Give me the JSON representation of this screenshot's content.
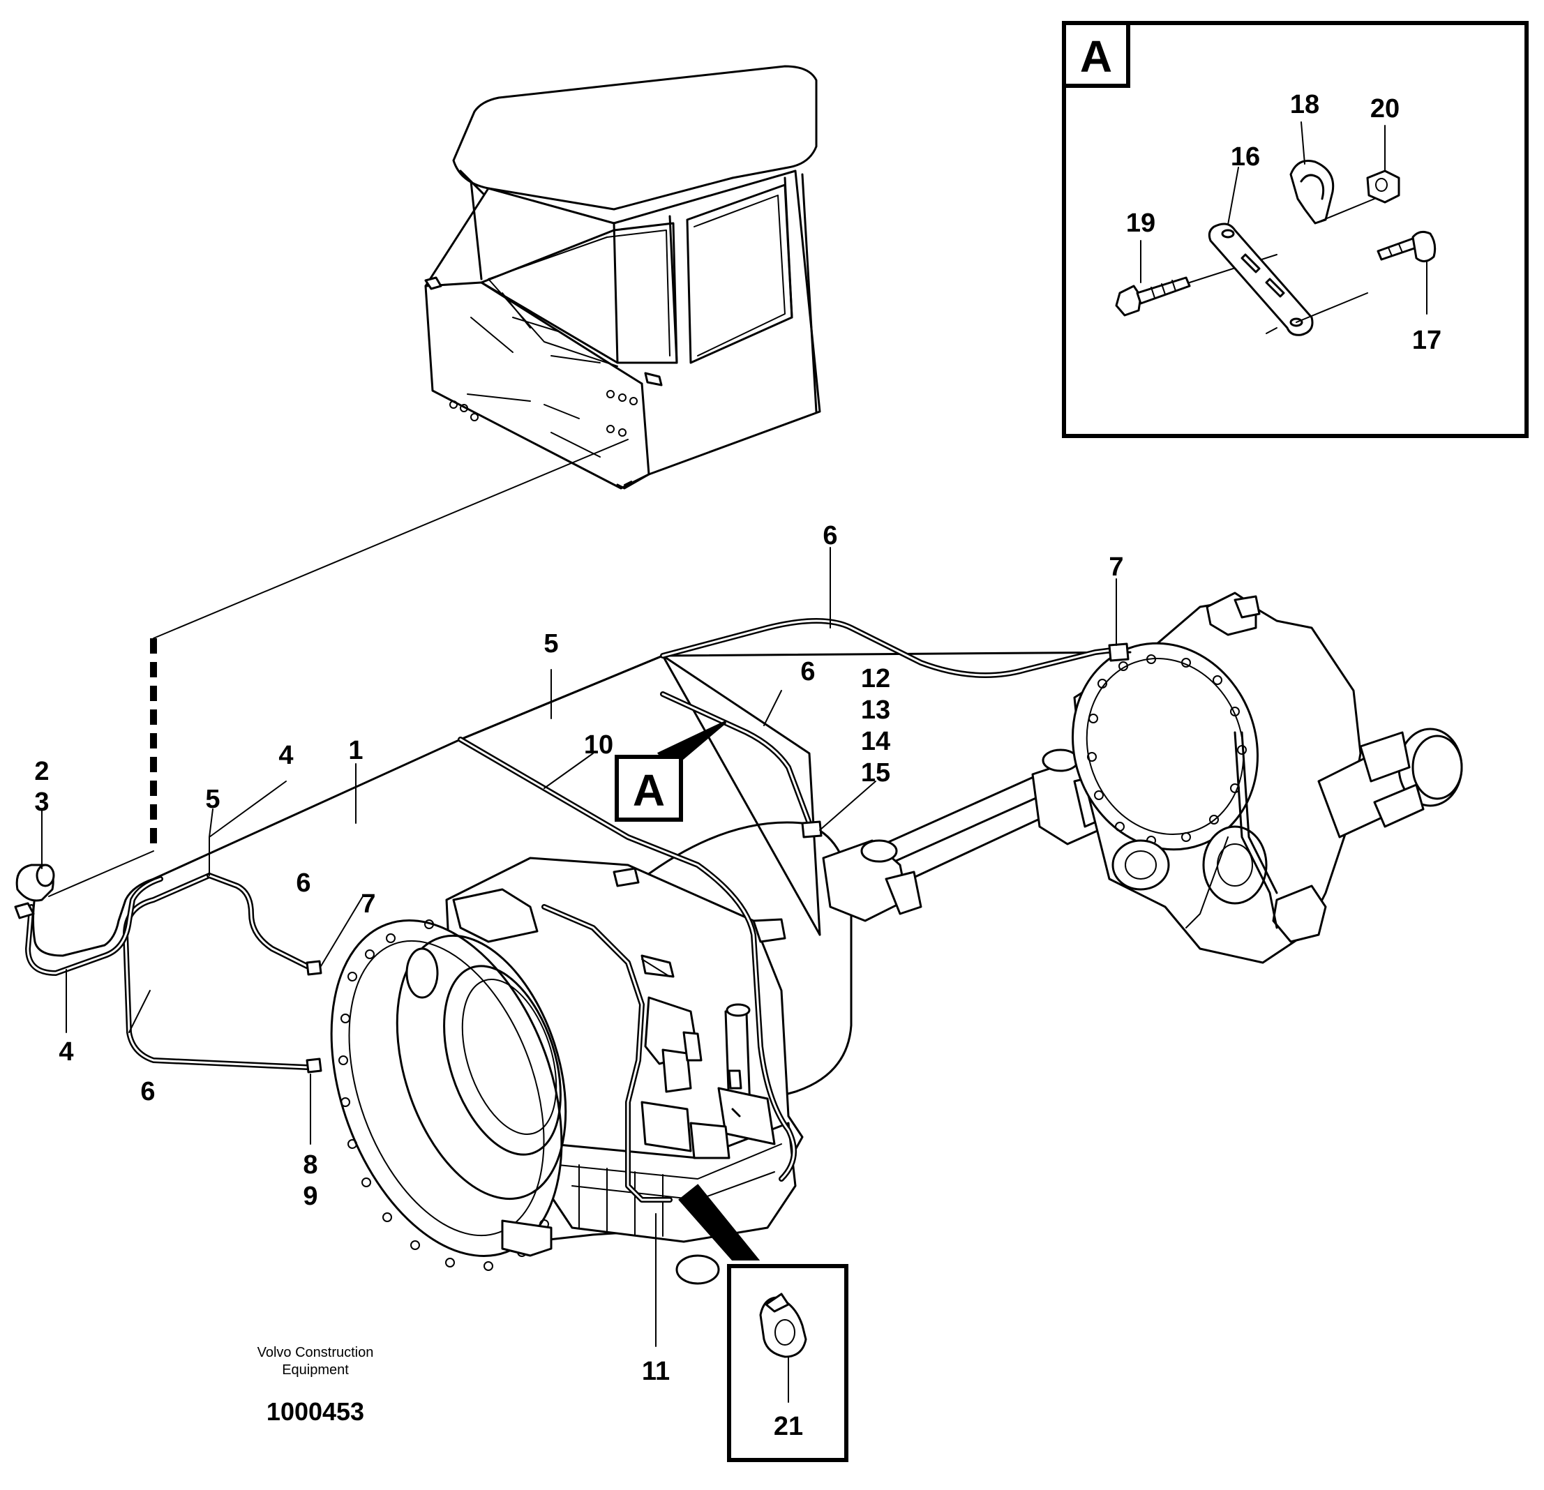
{
  "detail_tag": "A",
  "detail_box_label": "A",
  "callouts": {
    "c1": "1",
    "c2_3": [
      "2",
      "3"
    ],
    "c4_upper": "4",
    "c4_lower": "4",
    "c5_left": "5",
    "c5_top": "5",
    "c6_top": "6",
    "c6_mid": "6",
    "c6_left": "6",
    "c6_bottom": "6",
    "c7_right": "7",
    "c7_left": "7",
    "c8_9": [
      "8",
      "9"
    ],
    "c10": "10",
    "c11": "11",
    "c12_15": [
      "12",
      "13",
      "14",
      "15"
    ],
    "c16": "16",
    "c17": "17",
    "c18": "18",
    "c19": "19",
    "c20": "20",
    "c21": "21"
  },
  "footer": {
    "brand_line1": "Volvo Construction",
    "brand_line2": "Equipment",
    "drawing_number": "1000453"
  }
}
